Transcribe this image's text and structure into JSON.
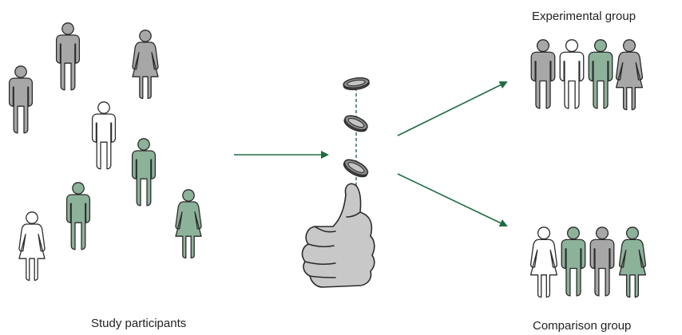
{
  "labels": {
    "participants": "Study participants",
    "experimental": "Experimental group",
    "comparison": "Comparison group"
  },
  "colors": {
    "gray": "#a7a7a7",
    "white": "#ffffff",
    "green": "#8cb29a",
    "arrow": "#1f6b40",
    "hand": "#c8c8c8",
    "coin": "#8a8a8a"
  },
  "participants": [
    {
      "sex": "male",
      "color": "gray"
    },
    {
      "sex": "male",
      "color": "gray"
    },
    {
      "sex": "female",
      "color": "gray"
    },
    {
      "sex": "male",
      "color": "white"
    },
    {
      "sex": "male",
      "color": "green"
    },
    {
      "sex": "male",
      "color": "green"
    },
    {
      "sex": "female",
      "color": "white"
    },
    {
      "sex": "female",
      "color": "green"
    }
  ],
  "experimental_group": [
    {
      "sex": "male",
      "color": "gray"
    },
    {
      "sex": "male",
      "color": "white"
    },
    {
      "sex": "male",
      "color": "green"
    },
    {
      "sex": "female",
      "color": "gray"
    }
  ],
  "comparison_group": [
    {
      "sex": "female",
      "color": "white"
    },
    {
      "sex": "male",
      "color": "green"
    },
    {
      "sex": "male",
      "color": "gray"
    },
    {
      "sex": "female",
      "color": "green"
    }
  ],
  "coin_toss": {
    "coins": 3,
    "icon": "coin-icon",
    "hand_icon": "thumbs-up-hand-icon"
  }
}
